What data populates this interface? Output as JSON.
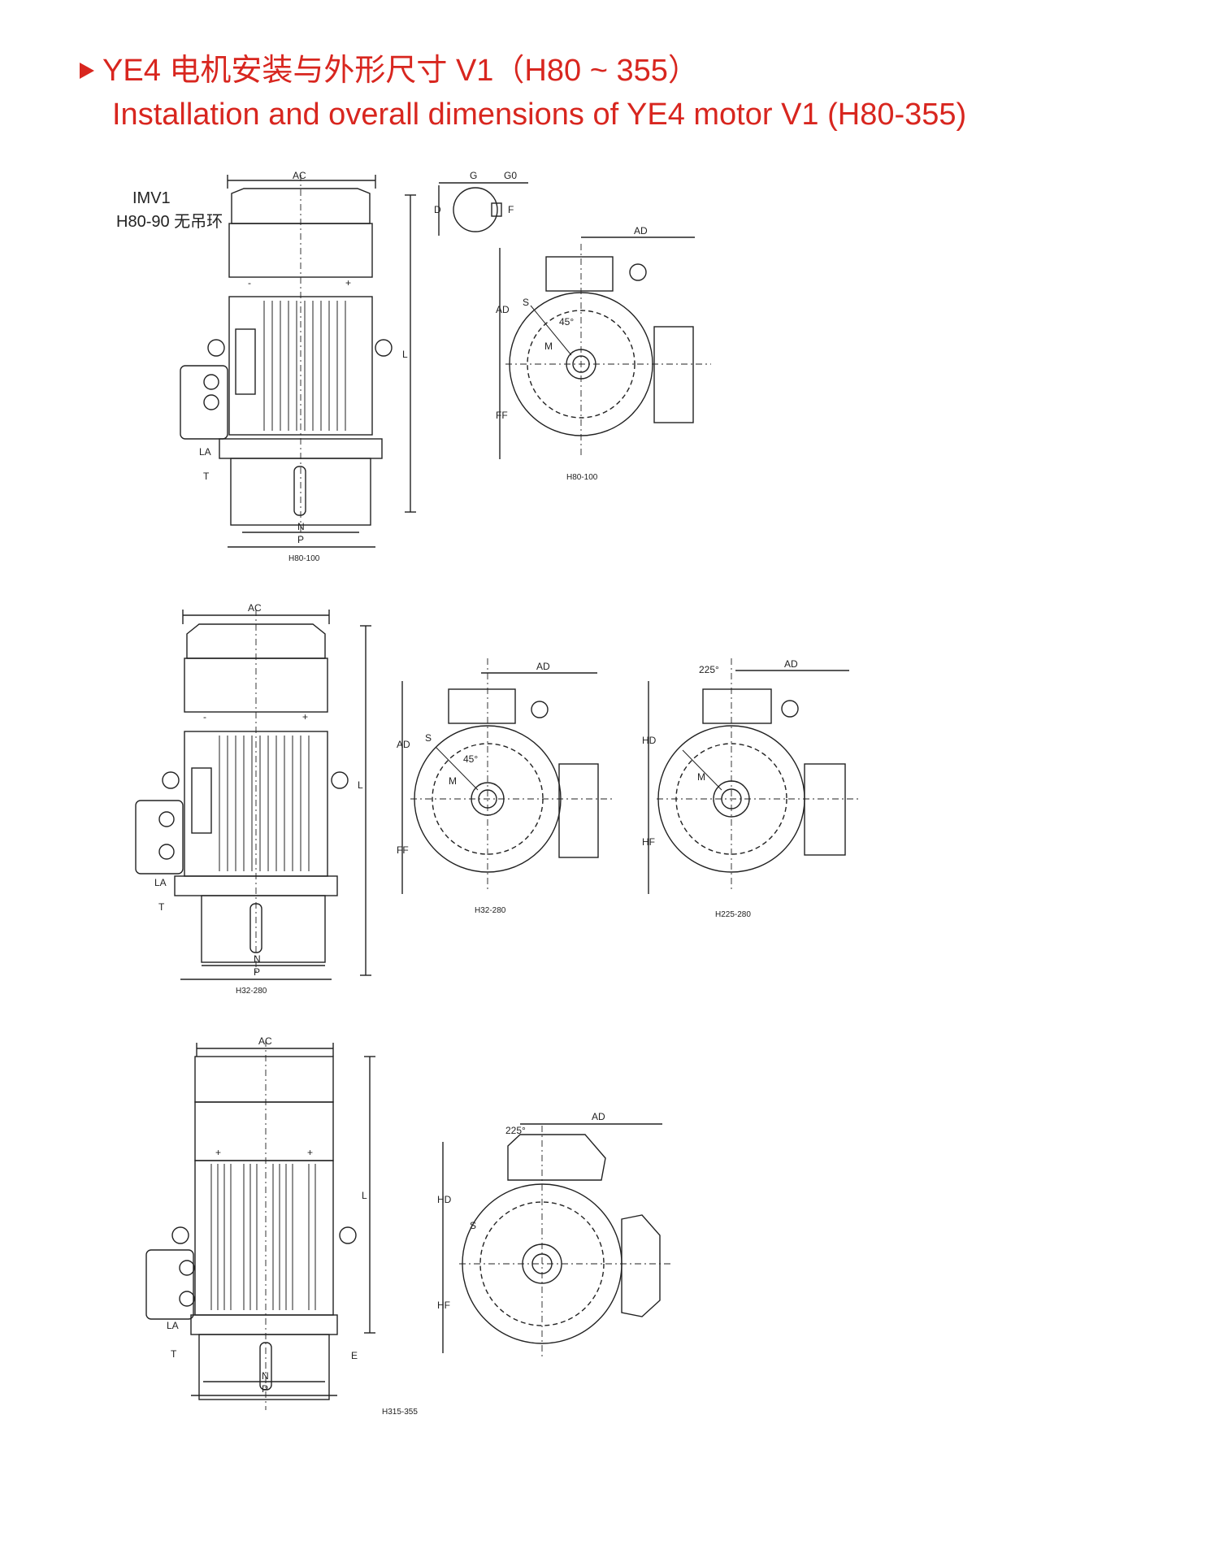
{
  "heading": {
    "title_cn": "YE4 电机安装与外形尺寸 V1（H80 ~ 355）",
    "title_en": "Installation and overall dimensions of YE4 motor V1 (H80-355)",
    "accent_color": "#d8261f"
  },
  "note": {
    "line1": "IMV1",
    "line2": "H80-90 无吊环"
  },
  "labels": {
    "AC": "AC",
    "AD": "AD",
    "L": "L",
    "N": "N",
    "P": "P",
    "LA": "LA",
    "T": "T",
    "E": "E",
    "FF": "FF",
    "HD": "HD",
    "HF": "HF",
    "M": "M",
    "S": "S",
    "G": "G",
    "G0": "G0",
    "D": "D",
    "F": "F",
    "angle45": "45°",
    "angle225": "225°",
    "plus": "+",
    "minus": "-"
  },
  "captions": {
    "side1": "H80-100",
    "end1": "H80-100",
    "side2": "H32-280",
    "end2": "H32-280",
    "end3": "H225-280",
    "side3": "H315-355"
  }
}
